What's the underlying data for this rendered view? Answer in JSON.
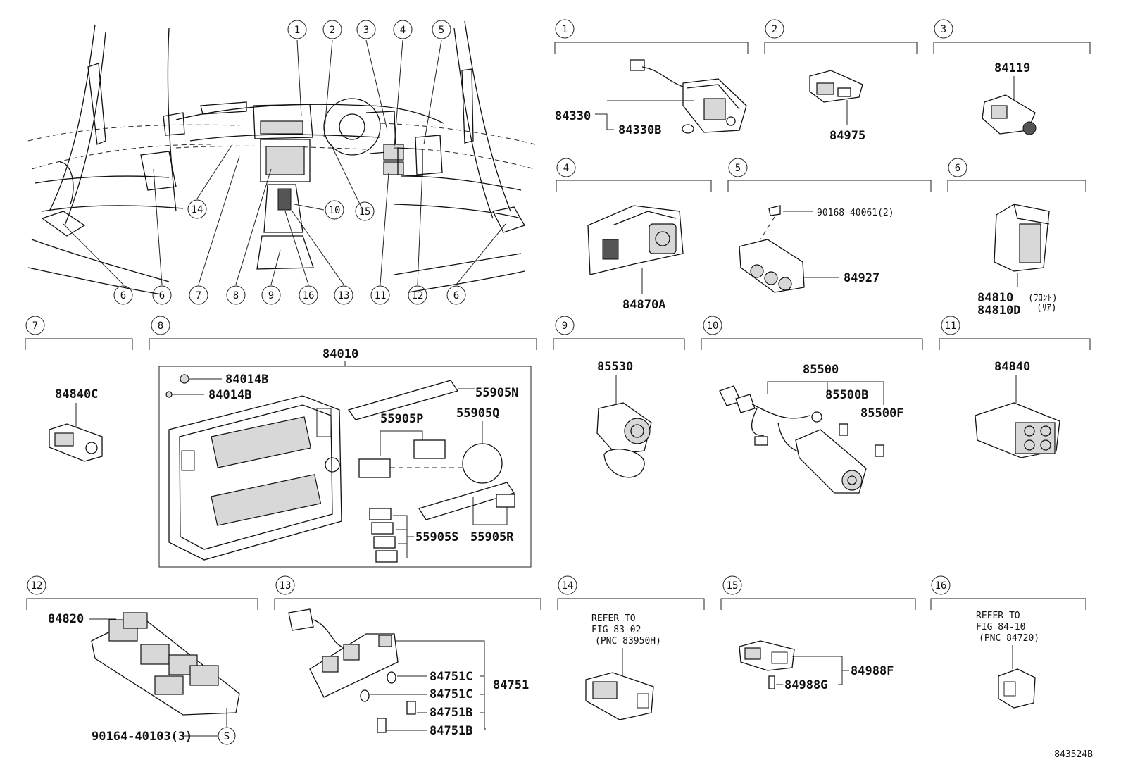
{
  "callouts": [
    "1",
    "2",
    "3",
    "4",
    "5",
    "6",
    "7",
    "8",
    "9",
    "10",
    "11",
    "12",
    "13",
    "14",
    "15",
    "16"
  ],
  "parts": {
    "p84330": "84330",
    "p84330B": "84330B",
    "p84975": "84975",
    "p84119": "84119",
    "p84870A": "84870A",
    "p90168": "90168-40061(2)",
    "p84927": "84927",
    "p84810": "84810",
    "p84810_note": "(ﾌﾛﾝﾄ)",
    "p84810D": "84810D",
    "p84810D_note": "(ﾘｱ)",
    "p84840C": "84840C",
    "p84010": "84010",
    "p84014B_1": "84014B",
    "p84014B_2": "84014B",
    "p55905N": "55905N",
    "p55905P": "55905P",
    "p55905Q": "55905Q",
    "p55905S": "55905S",
    "p55905R": "55905R",
    "p85530": "85530",
    "p85500": "85500",
    "p85500B": "85500B",
    "p85500F": "85500F",
    "p84840": "84840",
    "p84820": "84820",
    "p90164": "90164-40103(3)",
    "p84751C_1": "84751C",
    "p84751C_2": "84751C",
    "p84751": "84751",
    "p84751B_1": "84751B",
    "p84751B_2": "84751B",
    "p84988F": "84988F",
    "p84988G": "84988G",
    "s_mark": "S"
  },
  "refs": {
    "r14_line1": "REFER TO",
    "r14_line2": "FIG 83-02",
    "r14_line3": "(PNC 83950H)",
    "r16_line1": "REFER TO",
    "r16_line2": "FIG 84-10",
    "r16_line3": "(PNC 84720)"
  },
  "diagram_id": "843524B"
}
